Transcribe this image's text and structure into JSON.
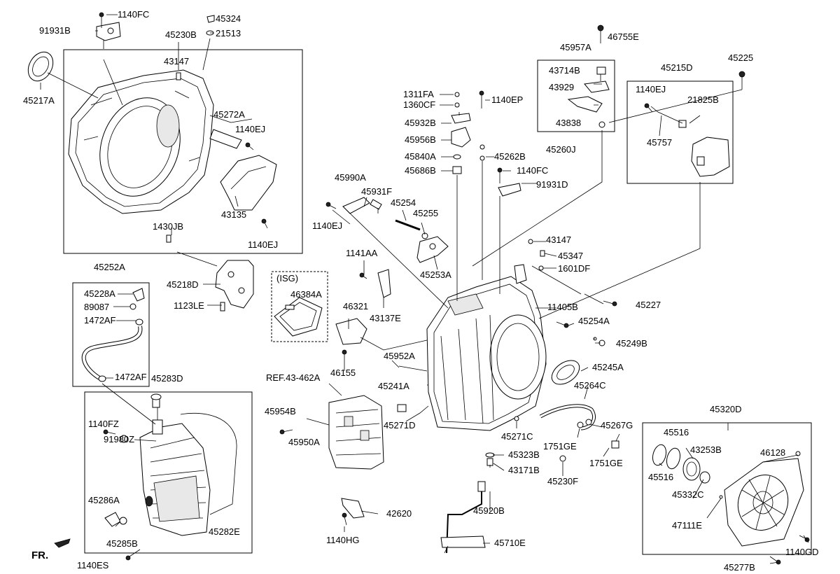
{
  "labels": {
    "p_1140FC_top": "1140FC",
    "p_45324": "45324",
    "p_91931B": "91931B",
    "p_45230B": "45230B",
    "p_21513": "21513",
    "p_45217A": "45217A",
    "p_43147_a": "43147",
    "p_45272A": "45272A",
    "p_1140EJ_a": "1140EJ",
    "p_43135": "43135",
    "p_1430JB": "1430JB",
    "p_1140EJ_b": "1140EJ",
    "p_45252A": "45252A",
    "p_45228A": "45228A",
    "p_89087": "89087",
    "p_1472AF_a": "1472AF",
    "p_1472AF_b": "1472AF",
    "p_45218D": "45218D",
    "p_1123LE": "1123LE",
    "p_ISG": "(ISG)",
    "p_46384A": "46384A",
    "p_45283D": "45283D",
    "p_1140FZ": "1140FZ",
    "p_91980Z": "91980Z",
    "p_45286A": "45286A",
    "p_45285B": "45285B",
    "p_45282E": "45282E",
    "p_1140ES": "1140ES",
    "p_FR": "FR.",
    "p_45957A": "45957A",
    "p_46755E": "46755E",
    "p_43714B": "43714B",
    "p_43929": "43929",
    "p_43838": "43838",
    "p_1311FA": "1311FA",
    "p_1360CF": "1360CF",
    "p_1140EP": "1140EP",
    "p_45932B": "45932B",
    "p_45956B": "45956B",
    "p_45840A": "45840A",
    "p_45686B": "45686B",
    "p_45262B": "45262B",
    "p_45260J": "45260J",
    "p_1140FC_mid": "1140FC",
    "p_91931D": "91931D",
    "p_45990A": "45990A",
    "p_45931F": "45931F",
    "p_45254": "45254",
    "p_45255": "45255",
    "p_1140EJ_c": "1140EJ",
    "p_45253A": "45253A",
    "p_1141AA": "1141AA",
    "p_43137E": "43137E",
    "p_46321": "46321",
    "p_46155": "46155",
    "p_45952A": "45952A",
    "p_45241A": "45241A",
    "p_REF": "REF.43-462A",
    "p_45954B": "45954B",
    "p_45950A": "45950A",
    "p_45271D": "45271D",
    "p_45271C": "45271C",
    "p_45323B": "45323B",
    "p_43171B": "43171B",
    "p_42620": "42620",
    "p_1140HG": "1140HG",
    "p_45920B": "45920B",
    "p_45710E": "45710E",
    "p_43147_b": "43147",
    "p_45347": "45347",
    "p_1601DF": "1601DF",
    "p_45227": "45227",
    "p_11405B": "11405B",
    "p_45254A": "45254A",
    "p_45249B": "45249B",
    "p_45245A": "45245A",
    "p_45264C": "45264C",
    "p_45267G": "45267G",
    "p_1751GE_a": "1751GE",
    "p_1751GE_b": "1751GE",
    "p_45230F": "45230F",
    "p_45215D": "45215D",
    "p_45225": "45225",
    "p_1140EJ_d": "1140EJ",
    "p_21825B": "21825B",
    "p_45757": "45757",
    "p_45320D": "45320D",
    "p_45516_a": "45516",
    "p_45516_b": "45516",
    "p_43253B": "43253B",
    "p_46128": "46128",
    "p_45332C": "45332C",
    "p_47111E": "47111E",
    "p_1140GD": "1140GD",
    "p_45277B": "45277B"
  }
}
